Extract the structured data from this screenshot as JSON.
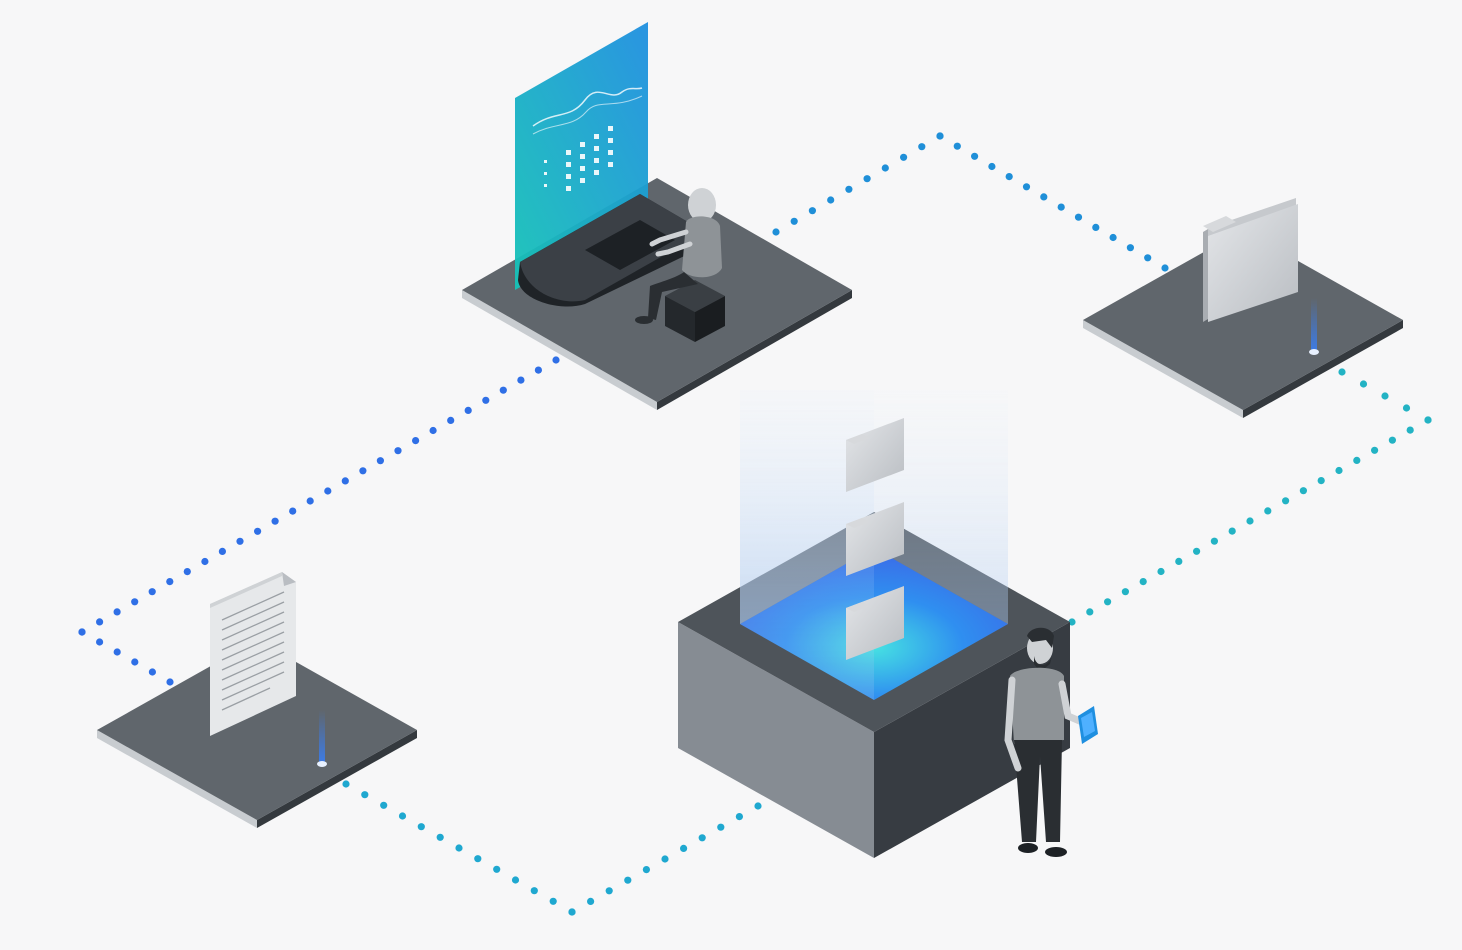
{
  "diagram": {
    "nodes": [
      {
        "id": "workstation",
        "kind": "platform",
        "content": "person-at-desk-with-display"
      },
      {
        "id": "folder-station",
        "kind": "platform",
        "content": "folder-with-light-beam"
      },
      {
        "id": "document-station",
        "kind": "platform",
        "content": "document-with-light-beam"
      },
      {
        "id": "central-hub",
        "kind": "cube",
        "content": "stacked-folders-over-glowing-well"
      }
    ],
    "connections": [
      {
        "from": "workstation",
        "to": "document-station",
        "style": "dotted",
        "color": "#2f6fe6"
      },
      {
        "from": "workstation",
        "to": "folder-station",
        "style": "dotted",
        "color": "#1f8fd8"
      },
      {
        "from": "folder-station",
        "to": "central-hub",
        "style": "dotted",
        "color": "#23b3c4"
      },
      {
        "from": "document-station",
        "to": "central-hub",
        "style": "dotted",
        "color": "#1fa8d0"
      }
    ]
  },
  "colors": {
    "background": "#f7f7f8",
    "platform_top": "#60666c",
    "platform_edge_light": "#c8ccd0",
    "platform_edge_dark": "#34393e",
    "screen_teal": "#13c2c2",
    "screen_blue": "#1f8fe0",
    "glow_blue": "#3a7df0",
    "glow_cyan": "#3fd6e0"
  },
  "icons": [
    "display-screen-icon",
    "folder-icon",
    "document-icon",
    "tablet-icon",
    "person-icon"
  ]
}
